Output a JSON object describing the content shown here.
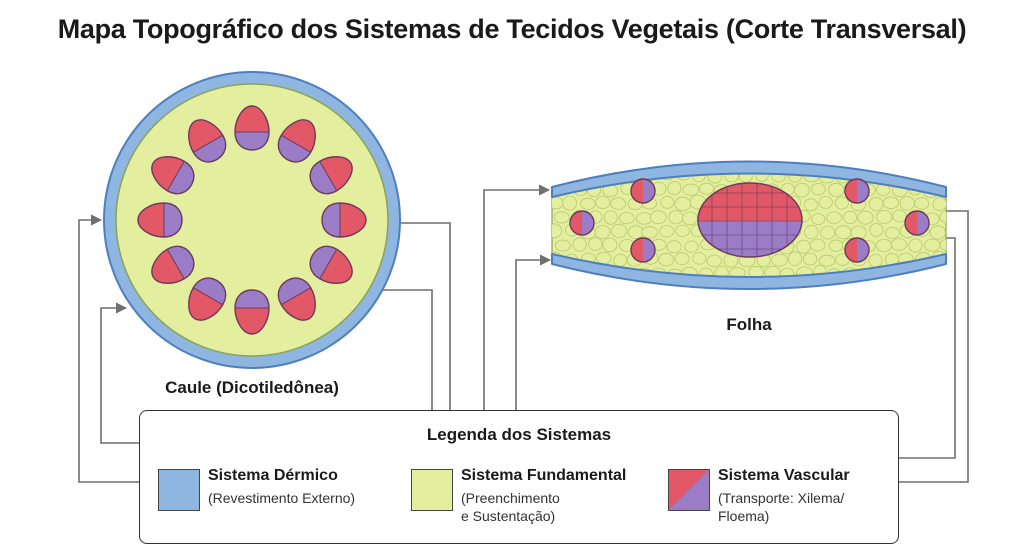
{
  "title": "Mapa Topográfico dos Sistemas de Tecidos Vegetais (Corte Transversal)",
  "diagram": {
    "stem_label": "Caule (Dicotiledônea)",
    "leaf_label": "Folha"
  },
  "legend": {
    "title": "Legenda dos Sistemas",
    "items": [
      {
        "name": "Sistema Dérmico",
        "desc": [
          "(Revestimento Externo)"
        ],
        "color": "#8fb6e0"
      },
      {
        "name": "Sistema Fundamental",
        "desc": [
          "(Preenchimento",
          "e Sustentação)"
        ],
        "color": "#e3ee9e"
      },
      {
        "name": "Sistema Vascular",
        "desc": [
          "(Transporte: Xilema/",
          "Floema)"
        ],
        "colors": [
          "#e25866",
          "#9b7cc7"
        ]
      }
    ]
  },
  "colors": {
    "dermal": "#8fb6e0",
    "dermal_stroke": "#4d7fc0",
    "ground": "#e3ee9e",
    "ground_cell": "#d6e486",
    "xylem": "#e25866",
    "phloem": "#9b7cc7",
    "connector": "#6f6f6f"
  }
}
